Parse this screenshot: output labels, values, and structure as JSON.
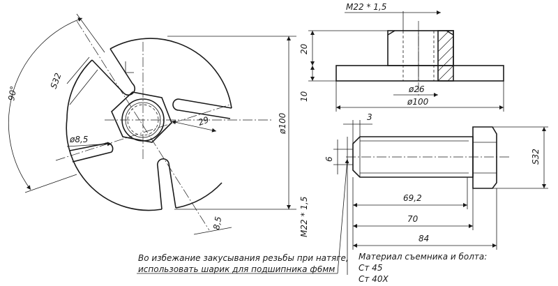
{
  "top_view": {
    "angle_dim": "90°",
    "hex_dim": "S32",
    "hole_dim": "ø8,5",
    "slot_offset_dim": "29",
    "outer_dim": "ø100",
    "slot_width_dim": "8,5"
  },
  "nut_section": {
    "thread_dim": "M22 * 1,5",
    "height_dim": "20",
    "plate_dim": "10",
    "bore_dim": "ø26",
    "dia_dim": "ø100"
  },
  "bolt_view": {
    "chamfer_dim": "3",
    "tip_dim": "6",
    "thread_dim": "M22 * 1,5",
    "len1_dim": "69,2",
    "len2_dim": "70",
    "len3_dim": "84",
    "hex_dim": "S32"
  },
  "notes": {
    "line1": "Во избежание закусывания резьбы при натяге,",
    "line2": "использовать шарик для подшипника ф6мм",
    "material_title": "Материал съемника и болта:",
    "material_1": "Ст 45",
    "material_2": "Ст 40Х"
  }
}
